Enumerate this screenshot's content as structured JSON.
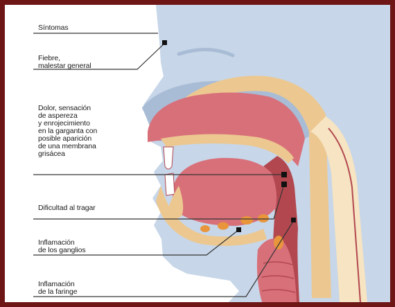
{
  "diagram": {
    "title": "Síntomas",
    "symptoms": [
      {
        "id": "fever",
        "text": "Fiebre,\nmalestar general"
      },
      {
        "id": "pain",
        "text": "Dolor, sensación\nde aspereza\ny enrojecimiento\nen la garganta con\nposible aparición\nde una membrana\ngrisácea"
      },
      {
        "id": "swallow",
        "text": "Dificultad al tragar"
      },
      {
        "id": "glands",
        "text": "Inflamación\nde los ganglios"
      },
      {
        "id": "pharynx",
        "text": "Inflamación\nde la faringe"
      }
    ]
  },
  "colors": {
    "frame": "#6e1616",
    "skin": "#c7d6e8",
    "skin_shadow": "#a9bcd6",
    "flesh": "#d8707a",
    "flesh_dark": "#b2474f",
    "bone": "#ecc890",
    "bone_light": "#f6e4c2",
    "gland": "#e8953c",
    "tooth": "#ffffff"
  }
}
